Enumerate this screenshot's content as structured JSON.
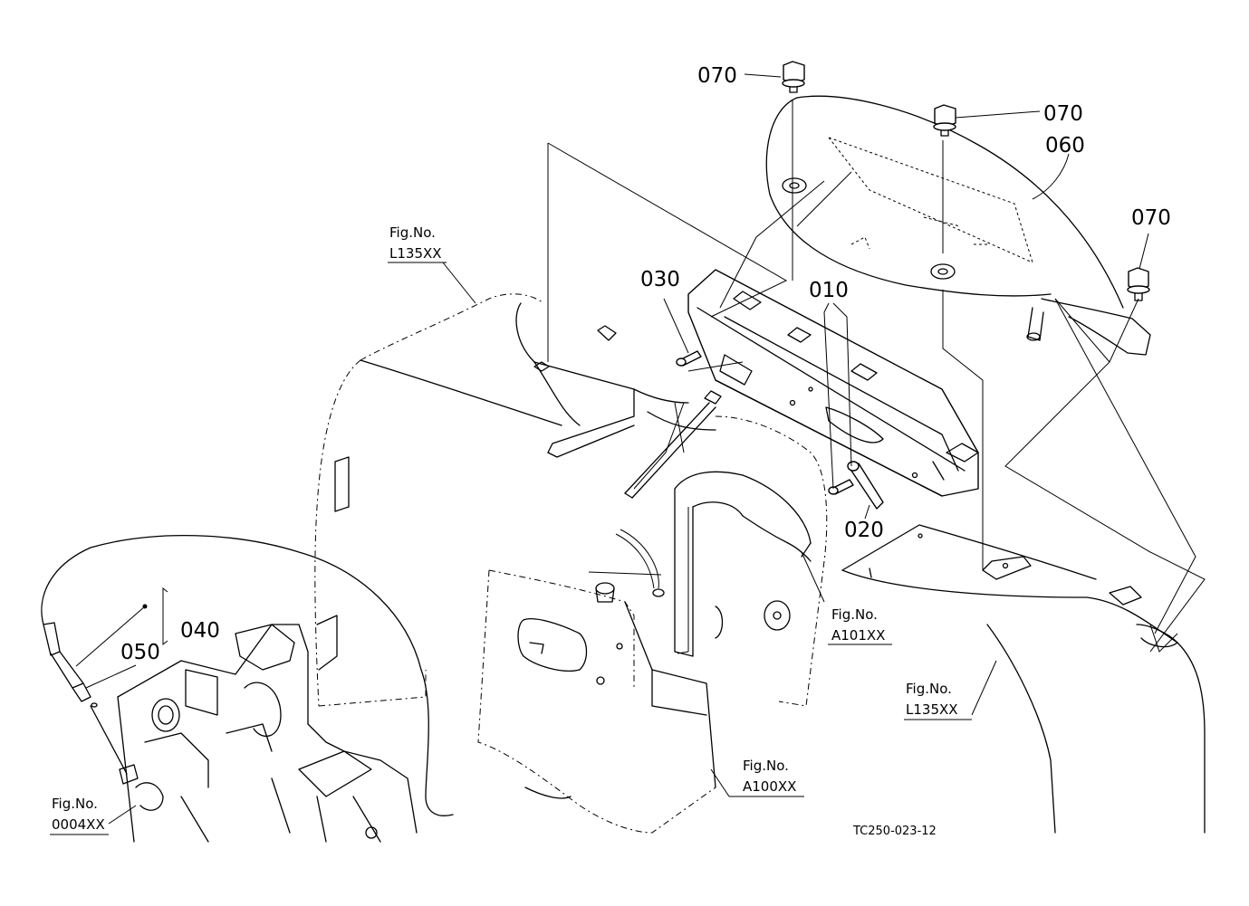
{
  "part_labels": {
    "p010": "010",
    "p020": "020",
    "p030": "030",
    "p040": "040",
    "p050": "050",
    "p060": "060",
    "p070a": "070",
    "p070b": "070",
    "p070c": "070"
  },
  "figure_refs": {
    "l135_top": {
      "prefix": "Fig.No.",
      "code": "L135XX"
    },
    "a101": {
      "prefix": "Fig.No.",
      "code": "A101XX"
    },
    "l135_right": {
      "prefix": "Fig.No.",
      "code": "L135XX"
    },
    "a100": {
      "prefix": "Fig.No.",
      "code": "A100XX"
    },
    "f0004": {
      "prefix": "Fig.No.",
      "code": "0004XX"
    }
  },
  "drawing_code": "TC250-023-12"
}
